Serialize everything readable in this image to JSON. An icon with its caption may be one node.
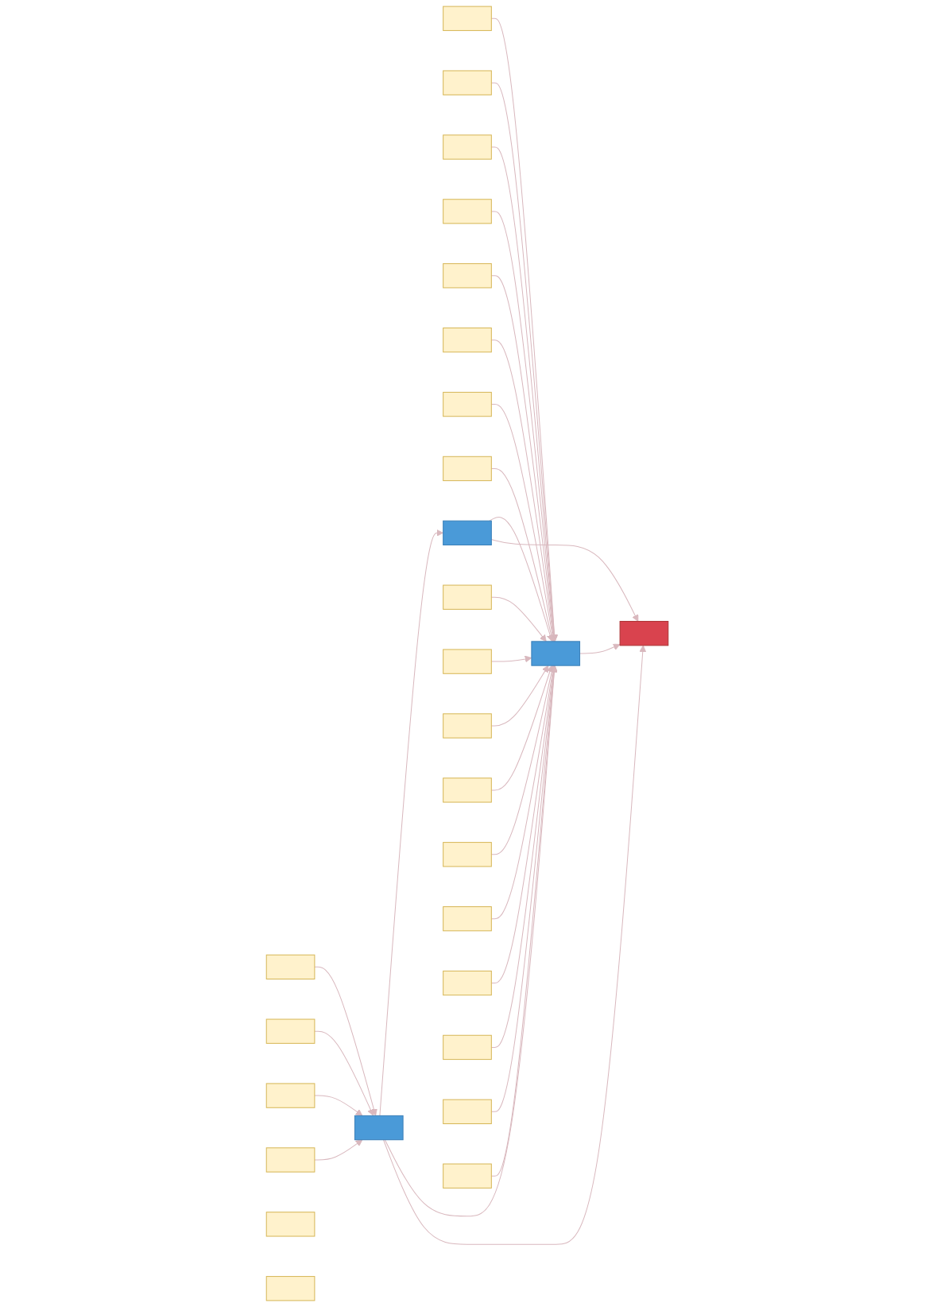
{
  "diagram": {
    "nodes": [
      {
        "text": [],
        "shape": "box"
      },
      {
        "text": [],
        "shape": "box"
      },
      {
        "text": [],
        "shape": "box"
      },
      {
        "text": [],
        "shape": "box"
      },
      {
        "text": [],
        "shape": "box"
      },
      {
        "text": [],
        "shape": "box"
      },
      {
        "text": [],
        "shape": "box"
      },
      {
        "text": [],
        "shape": "box"
      },
      {
        "text": [],
        "shape": "box"
      },
      {
        "text": [],
        "shape": "box"
      },
      {
        "text": [],
        "shape": "box"
      },
      {
        "text": [],
        "shape": "box"
      },
      {
        "text": [],
        "shape": "box"
      },
      {
        "text": [],
        "shape": "box"
      },
      {
        "text": [],
        "shape": "box"
      },
      {
        "text": [],
        "shape": "box"
      },
      {
        "text": [],
        "shape": "box"
      },
      {
        "text": [],
        "shape": "box"
      },
      {
        "text": [],
        "shape": "box"
      },
      {
        "text": [],
        "shape": "box"
      },
      {
        "text": [],
        "shape": "box"
      },
      {
        "text": [],
        "shape": "box"
      },
      {
        "text": [],
        "shape": "box"
      },
      {
        "text": [],
        "shape": "box"
      },
      {
        "text": [],
        "shape": "box"
      },
      {
        "text": [],
        "shape": "box"
      },
      {
        "text": [],
        "shape": "box"
      },
      {
        "text": [],
        "shape": "box"
      }
    ],
    "edges": [
      {
        "from": 0,
        "to": 13,
        "arrow": "to"
      },
      {
        "from": 1,
        "to": 13,
        "arrow": "to"
      },
      {
        "from": 2,
        "to": 13,
        "arrow": "to"
      },
      {
        "from": 3,
        "to": 13,
        "arrow": "to"
      },
      {
        "from": 4,
        "to": 15,
        "arrow": "to"
      },
      {
        "from": 5,
        "to": 15,
        "arrow": "to"
      },
      {
        "from": 6,
        "to": 15,
        "arrow": "to"
      },
      {
        "from": 7,
        "to": 15,
        "arrow": "to"
      },
      {
        "from": 9,
        "to": 15,
        "arrow": "to"
      },
      {
        "from": 10,
        "to": 15,
        "arrow": "to"
      },
      {
        "from": 11,
        "to": 15,
        "arrow": "to"
      },
      {
        "from": 12,
        "to": 15,
        "arrow": "to"
      },
      {
        "from": 16,
        "to": 15,
        "arrow": "to"
      },
      {
        "from": 17,
        "to": 15,
        "arrow": "to"
      },
      {
        "from": 19,
        "to": 15,
        "arrow": "to"
      },
      {
        "from": 20,
        "to": 15,
        "arrow": "to"
      },
      {
        "from": 22,
        "to": 15,
        "arrow": "to"
      },
      {
        "from": 23,
        "to": 15,
        "arrow": "to"
      },
      {
        "from": 24,
        "to": 15,
        "arrow": "to"
      },
      {
        "from": 25,
        "to": 15,
        "arrow": "to"
      },
      {
        "from": 26,
        "to": 15,
        "arrow": "to"
      },
      {
        "from": 27,
        "to": 15,
        "arrow": "to"
      },
      {
        "from": 13,
        "to": 14,
        "arrow": "to"
      },
      {
        "from": 13,
        "to": 15,
        "arrow": "to"
      },
      {
        "from": 13,
        "to": 18,
        "arrow": "to"
      },
      {
        "from": 14,
        "to": 15,
        "arrow": "to"
      },
      {
        "from": 14,
        "to": 18,
        "arrow": "to"
      },
      {
        "from": 15,
        "to": 18,
        "arrow": "to"
      }
    ]
  }
}
